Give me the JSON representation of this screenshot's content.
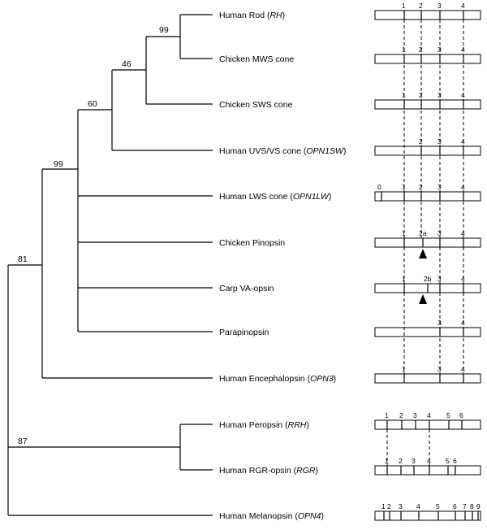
{
  "taxa": [
    {
      "name": "Human Rod (",
      "italic": "RH",
      "close": ")"
    },
    {
      "name": "Chicken MWS cone",
      "italic": "",
      "close": ""
    },
    {
      "name": "Chicken SWS cone",
      "italic": "",
      "close": ""
    },
    {
      "name": "Human UVS/VS cone (",
      "italic": "OPN1SW",
      "close": ")"
    },
    {
      "name": "Human LWS cone (",
      "italic": "OPN1LW",
      "close": ")"
    },
    {
      "name": "Chicken Pinopsin",
      "italic": "",
      "close": ""
    },
    {
      "name": "Carp VA-opsin",
      "italic": "",
      "close": ""
    },
    {
      "name": "Parapinopsin",
      "italic": "",
      "close": ""
    },
    {
      "name": "Human Encephalopsin (",
      "italic": "OPN3",
      "close": ")"
    },
    {
      "name": "Human Peropsin (",
      "italic": "RRH",
      "close": ")"
    },
    {
      "name": "Human RGR-opsin (",
      "italic": "RGR",
      "close": ")"
    },
    {
      "name": "Human Melanopsin (",
      "italic": "OPN4",
      "close": ")"
    }
  ],
  "bootstrap": [
    "99",
    "46",
    "60",
    "99",
    "81",
    "87"
  ],
  "exon_labels": {
    "rod": [
      "1",
      "2",
      "3",
      "4"
    ],
    "mws": [
      "1",
      "2",
      "3",
      "4"
    ],
    "sws": [
      "1",
      "2",
      "3",
      "4"
    ],
    "uvs": [
      "2",
      "3",
      "4"
    ],
    "lws": [
      "0",
      "1",
      "2",
      "3",
      "4"
    ],
    "pin": [
      "1",
      "2a",
      "3",
      "4"
    ],
    "va": [
      "1",
      "2b",
      "3",
      "4"
    ],
    "para": [
      "3",
      "4"
    ],
    "enc": [
      "1",
      "3",
      "4"
    ],
    "pero": [
      "1",
      "2",
      "3",
      "4",
      "5",
      "6"
    ],
    "rgr": [
      "1",
      "2",
      "3",
      "4",
      "5",
      "6"
    ],
    "mel": [
      "1",
      "2",
      "3",
      "4",
      "5",
      "6",
      "7",
      "8",
      "9"
    ]
  }
}
